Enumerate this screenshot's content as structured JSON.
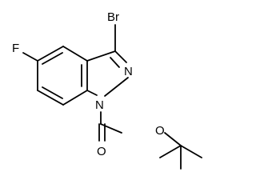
{
  "structure": {
    "atoms": {
      "bromine": "Br",
      "fluorine": "F",
      "nitrogen_2": "N",
      "nitrogen_1": "N",
      "oxygen_carbonyl": "O",
      "oxygen_ester": "O"
    }
  }
}
